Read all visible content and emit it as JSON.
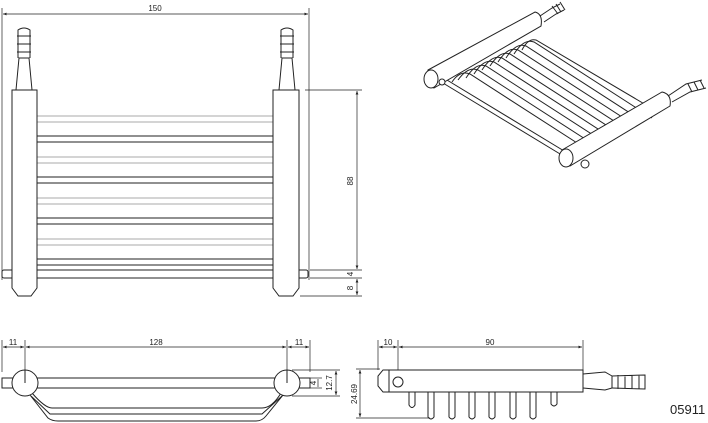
{
  "drawing": {
    "part_number": "05911",
    "front_view": {
      "overall_width": "150",
      "height": "88",
      "rail_height": "4",
      "bottom_offset": "8"
    },
    "top_view": {
      "left_offset": "11",
      "center_span": "128",
      "right_offset": "11",
      "rod_diameter": "4",
      "roller_diameter": "12.7"
    },
    "side_view": {
      "hole_offset": "10",
      "length": "90",
      "overall_height": "24.69"
    },
    "colors": {
      "line": "#222222",
      "hidden_line": "#aaaaaa"
    }
  }
}
